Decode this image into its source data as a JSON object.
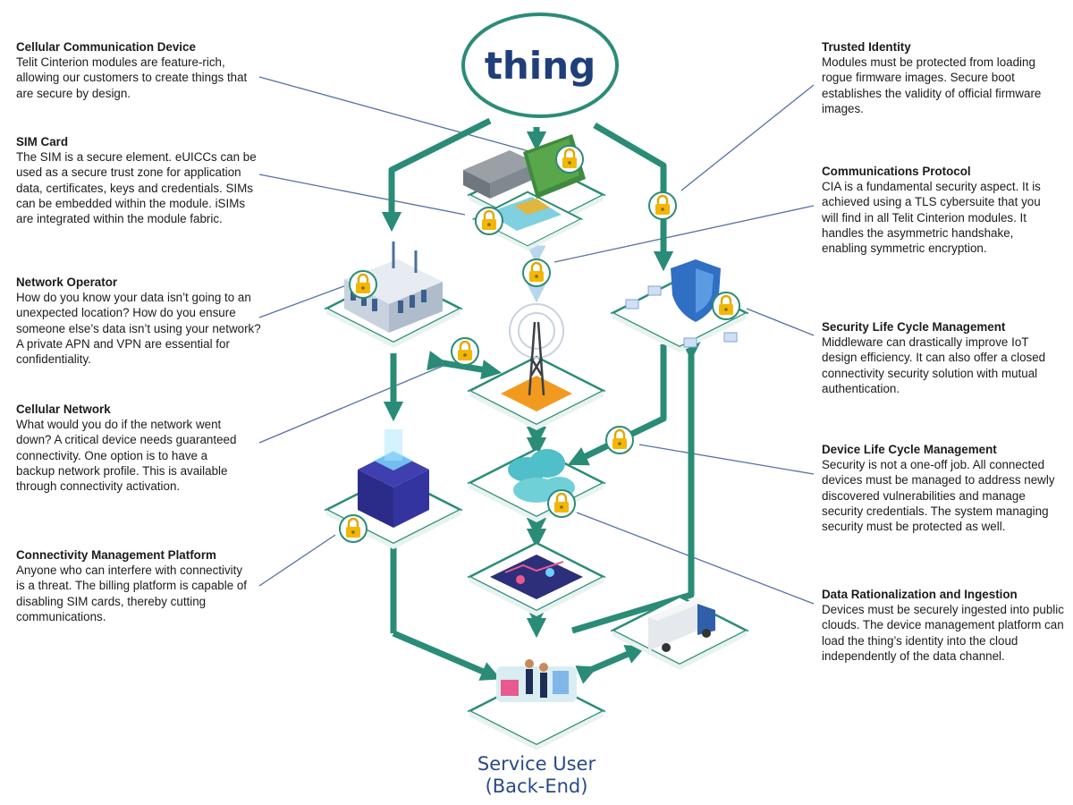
{
  "center": {
    "top_label": "thing",
    "bottom_label_line1": "Service User",
    "bottom_label_line2": "(Back-End)"
  },
  "annotations_left": [
    {
      "title": "Cellular Communication Device",
      "text": "Telit Cinterion modules are feature-rich, allowing our customers to create things that are secure by design."
    },
    {
      "title": "SIM Card",
      "text": "The SIM is a secure element. eUICCs can be used as a secure trust zone for application data, certificates, keys and credentials. SIMs can be embedded within the module. iSIMs are integrated within the module fabric."
    },
    {
      "title": "Network Operator",
      "text": "How do you know your data isn’t going to an unexpected location? How do you ensure someone else’s data isn’t using your network? A private APN and VPN are essential for confidentiality."
    },
    {
      "title": "Cellular Network",
      "text": "What would you do if the network went down? A critical device needs guaranteed connectivity. One option is to have a backup network profile. This is available through connectivity activation."
    },
    {
      "title": "Connectivity Management Platform",
      "text": "Anyone who can interfere with connectivity is a threat. The billing platform is capable of disabling SIM cards, thereby cutting communications."
    }
  ],
  "annotations_right": [
    {
      "title": "Trusted Identity",
      "text": "Modules must be protected from loading rogue firmware images. Secure boot establishes the validity of official firmware images."
    },
    {
      "title": "Communications Protocol",
      "text": "CIA is a fundamental security aspect. It is achieved using a TLS cybersuite that you will find in all Telit Cinterion modules. It handles the asymmetric handshake, enabling symmetric encryption."
    },
    {
      "title": "Security Life Cycle Management",
      "text": "Middleware can drastically improve IoT design efficiency. It can also offer a closed connectivity security solution with mutual authentication."
    },
    {
      "title": "Device Life Cycle Management",
      "text": "Security is not a one-off job. All connected devices must be managed to address newly discovered vulnerabilities and manage security credentials. The system managing security must be protected as well."
    },
    {
      "title": "Data Rationalization and Ingestion",
      "text": "Devices must be securely ingested into public clouds. The device management platform can load the thing’s identity into the cloud independently of the data channel."
    }
  ],
  "colors": {
    "flow": "#2a8c76",
    "flow_light": "#b9d7ec",
    "lock": "#f2b705",
    "leader": "#5670a6",
    "title_blue": "#1f3f7a"
  },
  "icons": [
    "padlock-icon",
    "module-board-icon",
    "sim-card-icon",
    "building-icon",
    "cell-tower-icon",
    "shield-icon",
    "cloud-icon",
    "server-cube-icon",
    "dashboard-icon",
    "truck-icon",
    "business-people-icon"
  ]
}
